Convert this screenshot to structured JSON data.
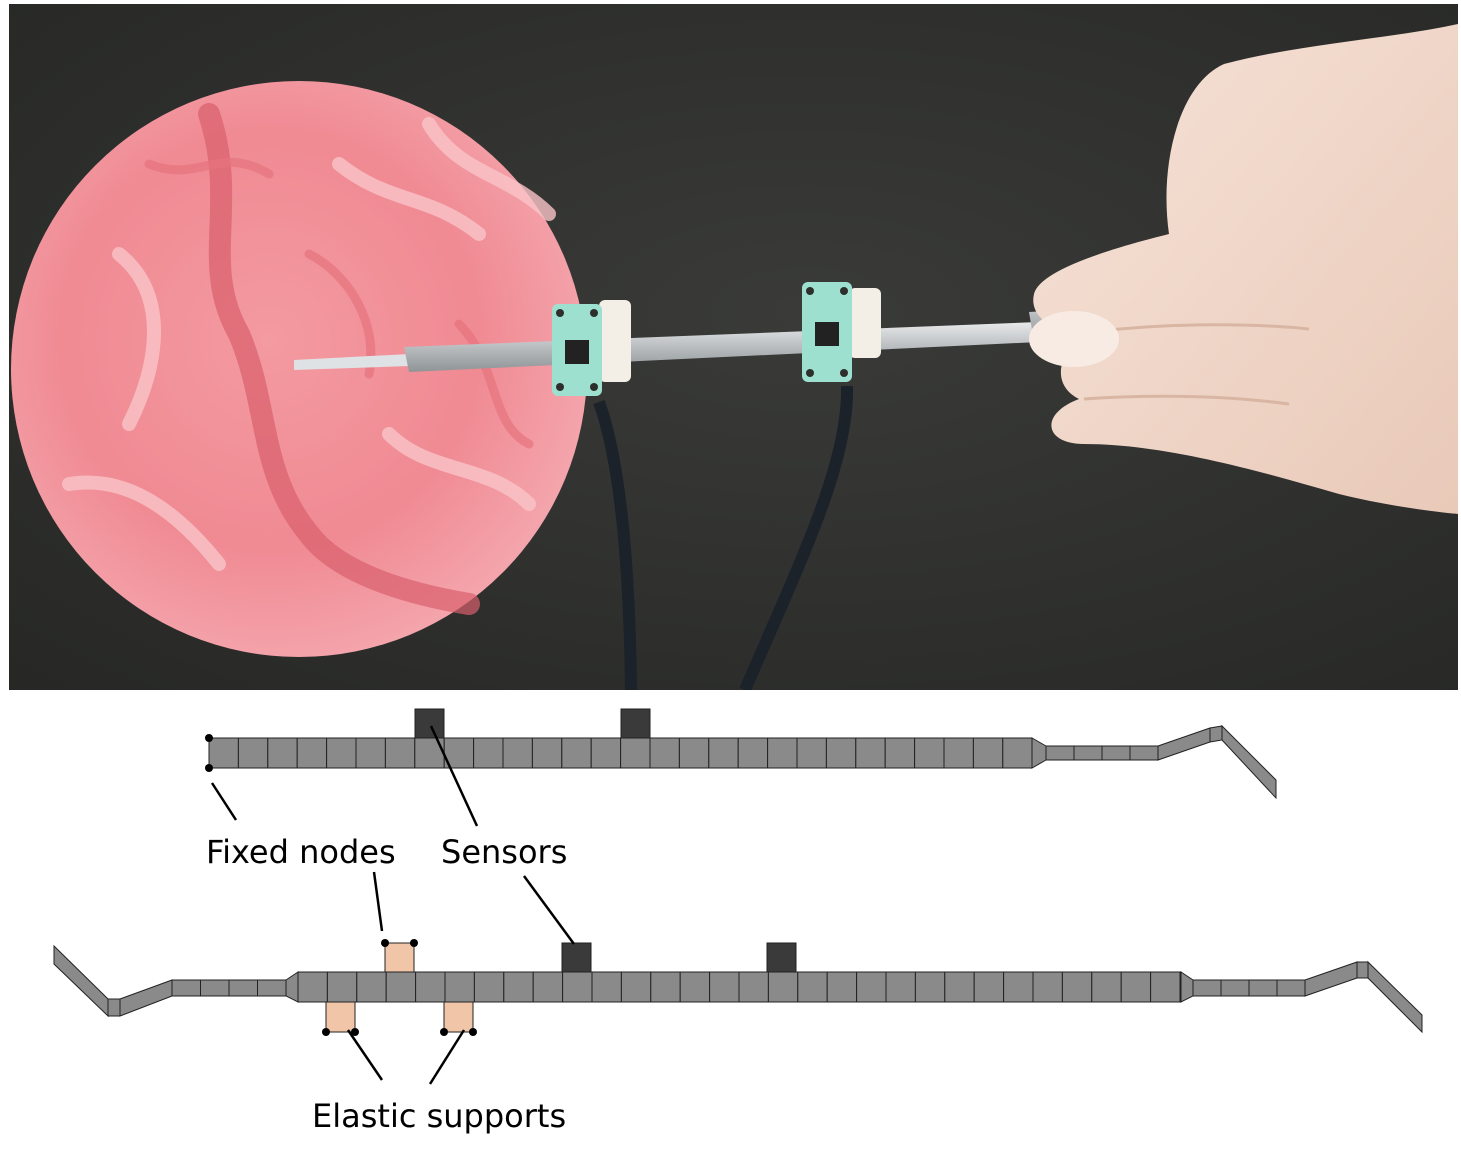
{
  "labels": {
    "fixed_nodes": "Fixed nodes",
    "sensors": "Sensors",
    "elastic_supports": "Elastic supports"
  },
  "colors": {
    "photo_background": "#2e2f2d",
    "tissue_phantom": "#f0868f",
    "tissue_highlight": "#f7b8bd",
    "instrument_metal": "#c8cbcd",
    "sensor_board": "#9ee0cf",
    "clamp": "#f3efe6",
    "cable": "#1b2229",
    "skin": "#f1d9cc",
    "beam_element": "#8a8a8a",
    "beam_outline": "#222222",
    "sensor_block": "#3a3a3a",
    "elastic_support": "#f1c6a8",
    "node": "#000000"
  }
}
